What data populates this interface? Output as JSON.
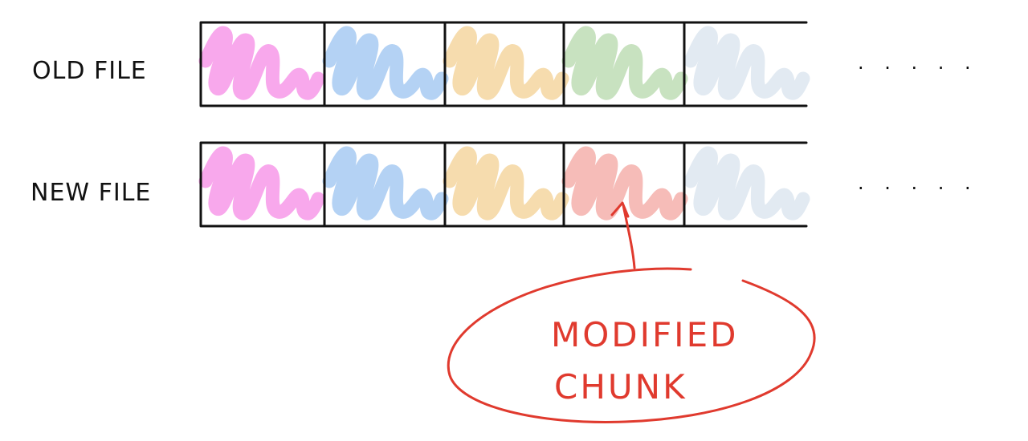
{
  "diagram": {
    "rows": [
      {
        "label": "OLD FILE",
        "chunks": [
          "#f8a8ec",
          "#b4d2f4",
          "#f6dcae",
          "#c8e2c0",
          "#e2eaf2"
        ]
      },
      {
        "label": "NEW FILE",
        "chunks": [
          "#f8a8ec",
          "#b4d2f4",
          "#f6dcae",
          "#f6bcb8",
          "#e2eaf2"
        ]
      }
    ],
    "continuation": ". . . . .",
    "annotation": {
      "line1": "MODIFIED",
      "line2": "CHUNK",
      "color": "#e03a2e",
      "target_row": 1,
      "target_chunk": 3
    }
  }
}
